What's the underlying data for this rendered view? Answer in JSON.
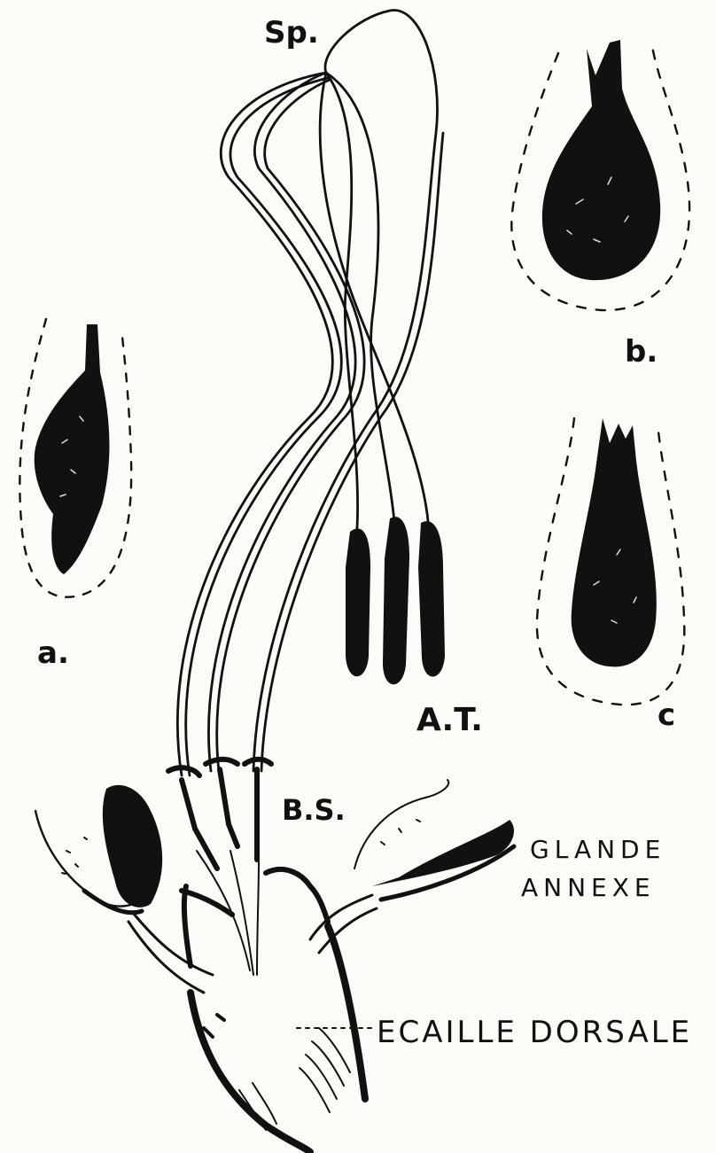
{
  "labels": {
    "sp": "Sp.",
    "a": "a.",
    "b": "b.",
    "c": "c",
    "at": "A.T.",
    "bs": "B.S.",
    "glande": "GLANDE",
    "annexe": "ANNEXE",
    "ecaille": "ECAILLE DORSALE"
  },
  "colors": {
    "ink": "#111111",
    "paper": "#fbfbf8"
  }
}
